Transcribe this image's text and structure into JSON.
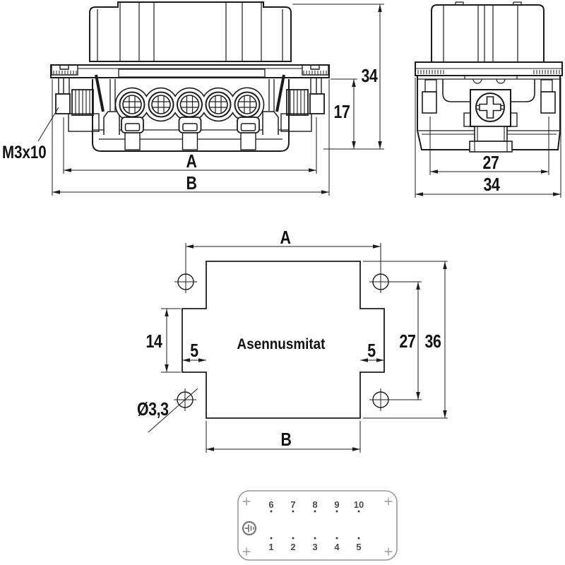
{
  "colors": {
    "background": "#ffffff",
    "line": "#1c1c1c",
    "text": "#111111",
    "pin_line": "#999999",
    "pin_text": "#4a4a4a",
    "pin_dot": "#333333",
    "ground": "#777777"
  },
  "front_view": {
    "thread_label": "M3x10",
    "dim_inner_width": "A",
    "dim_outer_width": "B",
    "dim_insert_height": "17",
    "dim_total_height": "34",
    "terminal_count": 5
  },
  "side_view": {
    "dim_hole_spacing": "27",
    "dim_flange_width": "34"
  },
  "cutout_view": {
    "title": "Asennusmitat",
    "dim_hole_span": "A",
    "dim_cutout_width": "B",
    "dim_notch_height": "14",
    "dim_notch_depth_left": "5",
    "dim_notch_depth_right": "5",
    "dim_hole_spacing_vertical": "27",
    "dim_total_height": "36",
    "hole_diameter": "Ø3,3"
  },
  "pin_layout": {
    "top_row": [
      "6",
      "7",
      "8",
      "9",
      "10"
    ],
    "bottom_row": [
      "1",
      "2",
      "3",
      "4",
      "5"
    ]
  }
}
